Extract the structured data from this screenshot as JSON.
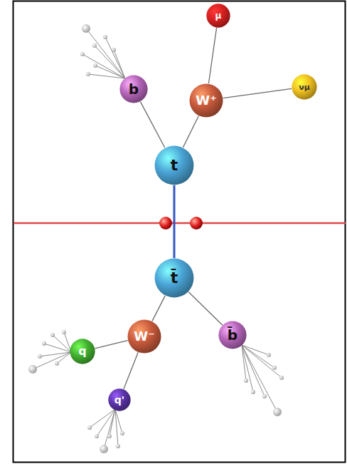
{
  "diagram": {
    "nodes": [
      {
        "text": [
          "μ"
        ]
      },
      {
        "text": [
          "b"
        ]
      },
      {
        "text": [
          "W⁺"
        ]
      },
      {
        "text": [
          "νμ"
        ]
      },
      {
        "text": [
          "t"
        ]
      },
      {
        "text": [
          "t̄"
        ]
      },
      {
        "text": [
          "q"
        ]
      },
      {
        "text": [
          "W⁻"
        ]
      },
      {
        "text": [
          "b̄"
        ]
      },
      {
        "text": [
          "q'"
        ]
      }
    ],
    "edges": [
      {
        "from": 4,
        "to": 1,
        "arrow": "none"
      },
      {
        "from": 4,
        "to": 2,
        "arrow": "none"
      },
      {
        "from": 2,
        "to": 0,
        "arrow": "none"
      },
      {
        "from": 2,
        "to": 3,
        "arrow": "none"
      },
      {
        "from": 4,
        "to": 5,
        "arrow": "none"
      },
      {
        "from": 5,
        "to": 7,
        "arrow": "none"
      },
      {
        "from": 7,
        "to": 6,
        "arrow": "none"
      },
      {
        "from": 7,
        "to": 9,
        "arrow": "none"
      },
      {
        "from": 5,
        "to": 8,
        "arrow": "none"
      }
    ]
  }
}
